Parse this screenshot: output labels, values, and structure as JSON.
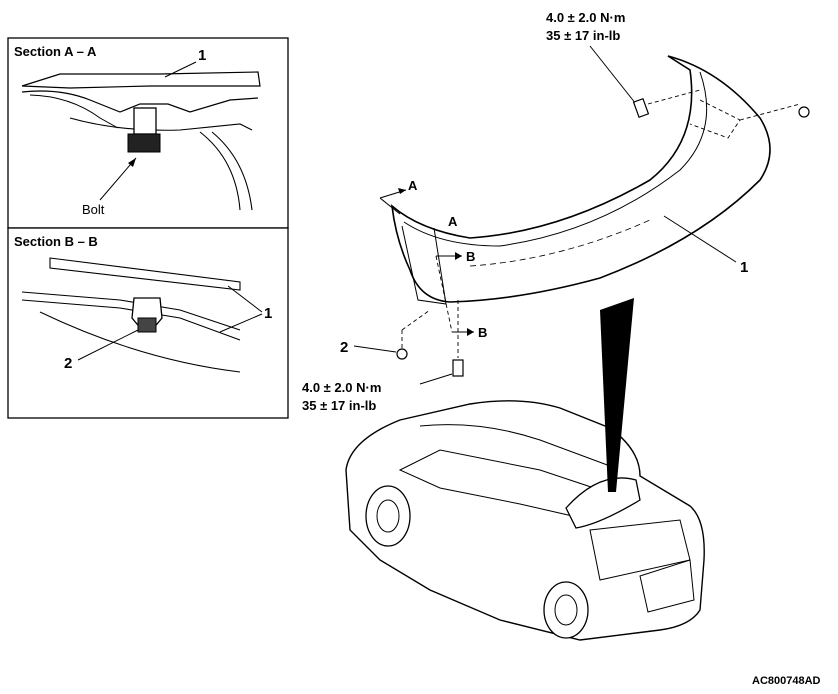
{
  "section_a": {
    "title": "Section A – A",
    "label_1": "1",
    "bolt_label": "Bolt"
  },
  "section_b": {
    "title": "Section B – B",
    "label_1": "1",
    "label_2": "2"
  },
  "torque_top": {
    "nm": "4.0 ± 2.0 N·m",
    "inlb": "35 ± 17 in-lb"
  },
  "torque_bottom": {
    "nm": "4.0 ± 2.0 N·m",
    "inlb": "35 ± 17 in-lb"
  },
  "main": {
    "label_1": "1",
    "label_2": "2",
    "section_a_marker": "A",
    "section_a_marker2": "A",
    "section_b_marker": "B",
    "section_b_marker2": "B"
  },
  "figure_id": "AC800748AD"
}
